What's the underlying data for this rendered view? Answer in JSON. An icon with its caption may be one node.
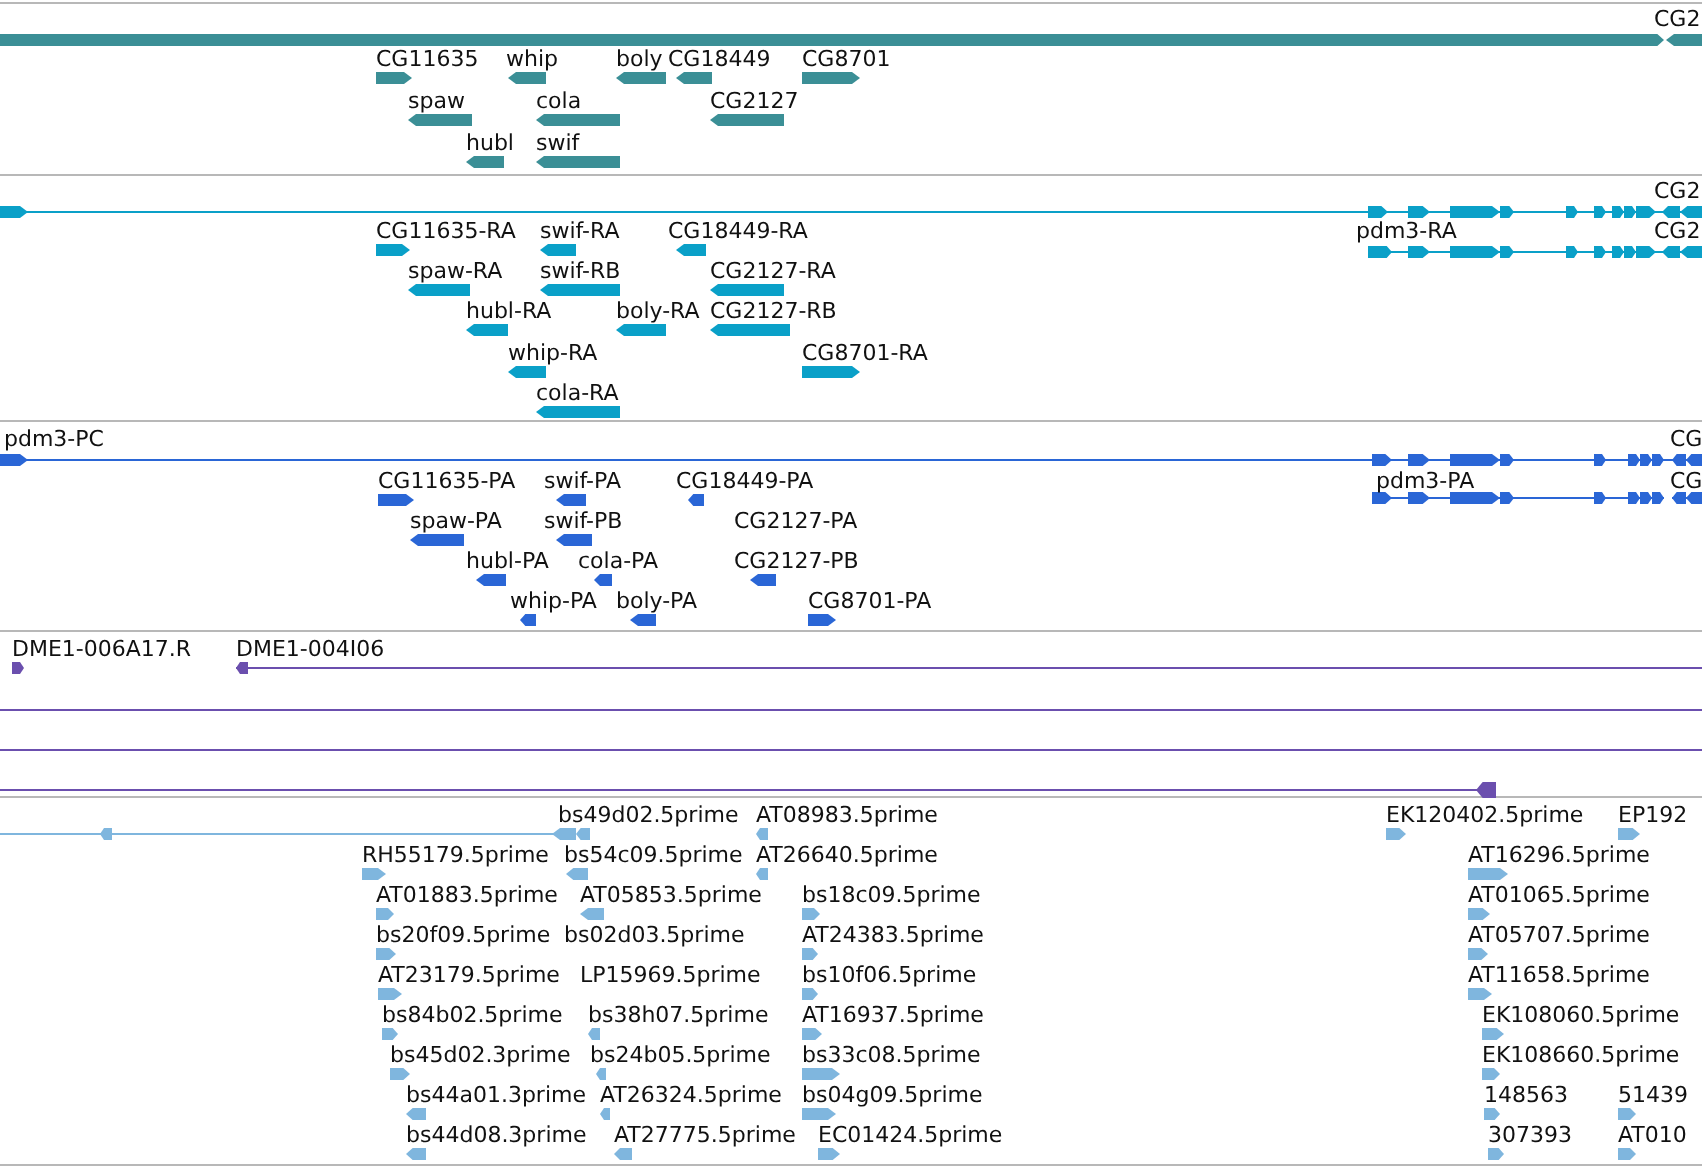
{
  "diagram": {
    "labels": [
      "CG2",
      "CG11635",
      "whip",
      "boly",
      "CG18449",
      "CG8701",
      "spaw",
      "cola",
      "CG2127",
      "hubl",
      "swif",
      "CG2",
      "CG11635-RA",
      "swif-RA",
      "CG18449-RA",
      "pdm3-RA",
      "CG2",
      "spaw-RA",
      "swif-RB",
      "CG2127-RA",
      "hubl-RA",
      "boly-RA",
      "CG2127-RB",
      "whip-RA",
      "CG8701-RA",
      "cola-RA",
      "pdm3-PC",
      "CG",
      "CG11635-PA",
      "swif-PA",
      "CG18449-PA",
      "pdm3-PA",
      "CG",
      "spaw-PA",
      "swif-PB",
      "CG2127-PA",
      "hubl-PA",
      "cola-PA",
      "CG2127-PB",
      "whip-PA",
      "boly-PA",
      "CG8701-PA",
      "DME1-006A17.R",
      "DME1-004I06",
      "bs49d02.5prime",
      "AT08983.5prime",
      "EK120402.5prime",
      "EP192",
      "RH55179.5prime",
      "bs54c09.5prime",
      "AT26640.5prime",
      "AT16296.5prime",
      "AT01883.5prime",
      "AT05853.5prime",
      "bs18c09.5prime",
      "AT01065.5prime",
      "bs20f09.5prime",
      "bs02d03.5prime",
      "AT24383.5prime",
      "AT05707.5prime",
      "AT23179.5prime",
      "LP15969.5prime",
      "bs10f06.5prime",
      "AT11658.5prime",
      "bs84b02.5prime",
      "bs38h07.5prime",
      "AT16937.5prime",
      "EK108060.5prime",
      "bs45d02.3prime",
      "bs24b05.5prime",
      "bs33c08.5prime",
      "EK108660.5prime",
      "bs44a01.3prime",
      "AT26324.5prime",
      "bs04g09.5prime",
      "148563",
      "51439",
      "bs44d08.3prime",
      "AT27775.5prime",
      "EC01424.5prime",
      "307393",
      "AT010"
    ]
  }
}
